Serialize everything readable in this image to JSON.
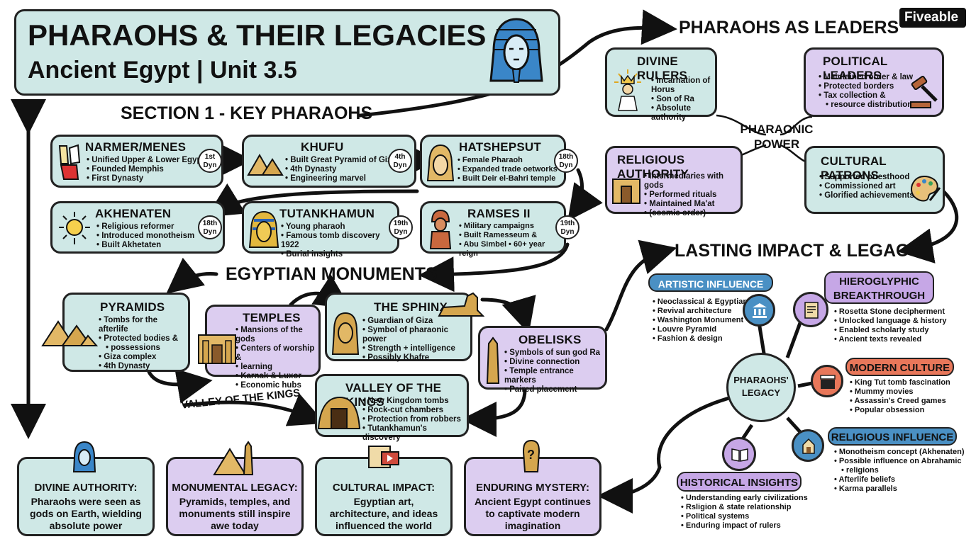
{
  "header": {
    "title": "PHARAOHS & THEIR LEGACIES",
    "subtitle": "Ancient Egypt | Unit 3.5",
    "brand": "Fiveable"
  },
  "section1": {
    "heading": "SECTION 1 - KEY PHARAOHS",
    "pharaohs": [
      {
        "name": "NARMER/MENES",
        "points": [
          "Unified Upper & Lower Egypt",
          "Founded Memphis",
          "First Dynasty"
        ],
        "dyn": [
          "1st",
          "Dyn"
        ]
      },
      {
        "name": "KHUFU",
        "points": [
          "Built Great Pyramid of Giza",
          "4th Dynasty",
          "Engineering marvel"
        ],
        "dyn": [
          "4th",
          "Dyn"
        ]
      },
      {
        "name": "HATSHEPSUT",
        "points": [
          "Female Pharaoh",
          "Expanded trade oetworks",
          "Built Deir el-Bahri temple"
        ],
        "dyn": [
          "18th",
          "Dyn"
        ]
      },
      {
        "name": "AKHENATEN",
        "points": [
          "Religious reformer",
          "Introduced monotheism",
          "Built Akhetaten"
        ],
        "dyn": [
          "18th",
          "Dyn"
        ]
      },
      {
        "name": "TUTANKHAMUN",
        "points": [
          "Young pharaoh",
          "Famous tomb discovery 1922",
          "Burial insights"
        ],
        "dyn": [
          "19th",
          "Dyn"
        ]
      },
      {
        "name": "RAMSES II",
        "points": [
          "Military campaigns",
          "Built Ramesseum &",
          "Abu Simbel • 60+ year reign"
        ],
        "dyn": [
          "19th",
          "Dyn"
        ]
      }
    ]
  },
  "leaders": {
    "heading": "PHARAOHS AS LEADERS",
    "center": [
      "PHARAONIC",
      "POWER"
    ],
    "cards": [
      {
        "title": "DIVINE RULERS",
        "points": [
          "Incarnation of Horus",
          "Son of Ra",
          "Absolute authority"
        ]
      },
      {
        "title": "POLITICAL LEADERS",
        "points": [
          "Maintained order & law",
          "Protected borders",
          "Tax collection &",
          "resource distribution"
        ]
      },
      {
        "title": "RELIGIOUS AUTHORITY",
        "points": [
          "Intermediaries with gods",
          "Performed rituals",
          "Maintained Ma'at",
          "(cosmic order)"
        ]
      },
      {
        "title": "CULTURAL PATRONS",
        "points": [
          "Supported priesthood",
          "Commissioned art",
          "Glorified achievements"
        ]
      }
    ]
  },
  "monuments": {
    "heading": "EGYPTIAN MONUMENTS",
    "pyramids": {
      "title": "PYRAMIDS",
      "points": [
        "Tombs for the afterlife",
        "Protected bodies &",
        "possessions",
        "Giza complex",
        "4th Dynasty"
      ]
    },
    "temples": {
      "title": "TEMPLES",
      "points": [
        "Mansions of the gods",
        "Centers of worship &",
        "learning",
        "Karnak & Luxor",
        "Economic hubs"
      ]
    },
    "sphinx": {
      "title": "THE SPHINX",
      "points": [
        "Guardian of Giza",
        "Symbol of pharaonic power",
        "Strength + intelligence",
        "Possibly Khafre"
      ]
    },
    "obelisks": {
      "title": "OBELISKS",
      "points": [
        "Symbols of sun god Ra",
        "Divine connection",
        "Temple entrance markers",
        "Paired placement"
      ]
    },
    "valley": {
      "title": "VALLEY OF THE KINGS",
      "points": [
        "New Kingdom tombs",
        "Rock-cut chambers",
        "Protection from robbers",
        "Tutankhamun's discovery"
      ]
    },
    "valley_label": "VALLEY OF THE KINGS"
  },
  "legacy": {
    "heading": "LASTING IMPACT & LEGACY",
    "center": [
      "PHARAOHS'",
      "LEGACY"
    ],
    "artistic": {
      "title": "ARTISTIC INFLUENCE",
      "points": [
        "Neoclassical & Egyptian",
        "Revival architecture",
        "Washington Monument",
        "Louvre Pyramid",
        "Fashion & design"
      ]
    },
    "hieroglyphic": {
      "title": [
        "HIEROGLYPHIC",
        "BREAKTHROUGH"
      ],
      "points": [
        "Rosetta Stone decipherment",
        "Unlocked language & history",
        "Enabled scholarly study",
        "Ancient texts revealed"
      ]
    },
    "modern": {
      "title": "MODERN CULTURE",
      "points": [
        "King Tut tomb fascination",
        "Mummy movies",
        "Assassin's Creed games",
        "Popular obsession"
      ]
    },
    "religious": {
      "title": "RELIGIOUS INFLUENCE",
      "points": [
        "Monotheism concept (Akhenaten)",
        "Possible influence on Abrahamic",
        "religions",
        "Afterlife beliefs",
        "Karma parallels"
      ]
    },
    "historical": {
      "title": "HISTORICAL INSIGHTS",
      "points": [
        "Understanding early civilizations",
        "Rsligion & state relationship",
        "Political systems",
        "Enduring impact of rulers"
      ]
    }
  },
  "bottom": [
    {
      "title": "DIVINE AUTHORITY:",
      "text": "Pharaohs were seen as gods on Earth, wielding absolute power"
    },
    {
      "title": "MONUMENTAL LEGACY:",
      "text": "Pyramids, temples, and monuments still inspire awe today"
    },
    {
      "title": "CULTURAL IMPACT:",
      "text": "Egyptian art, architecture, and ideas influenced the world"
    },
    {
      "title": "ENDURING MYSTERY:",
      "text": "Ancient Egypt continues to captivate modern imagination"
    }
  ],
  "colors": {
    "teal": "#cfe8e6",
    "purple": "#dccdf0",
    "blue_pill": "#4a90c4",
    "orange_pill": "#e8775a",
    "pink_pill": "#c6a7e6"
  }
}
